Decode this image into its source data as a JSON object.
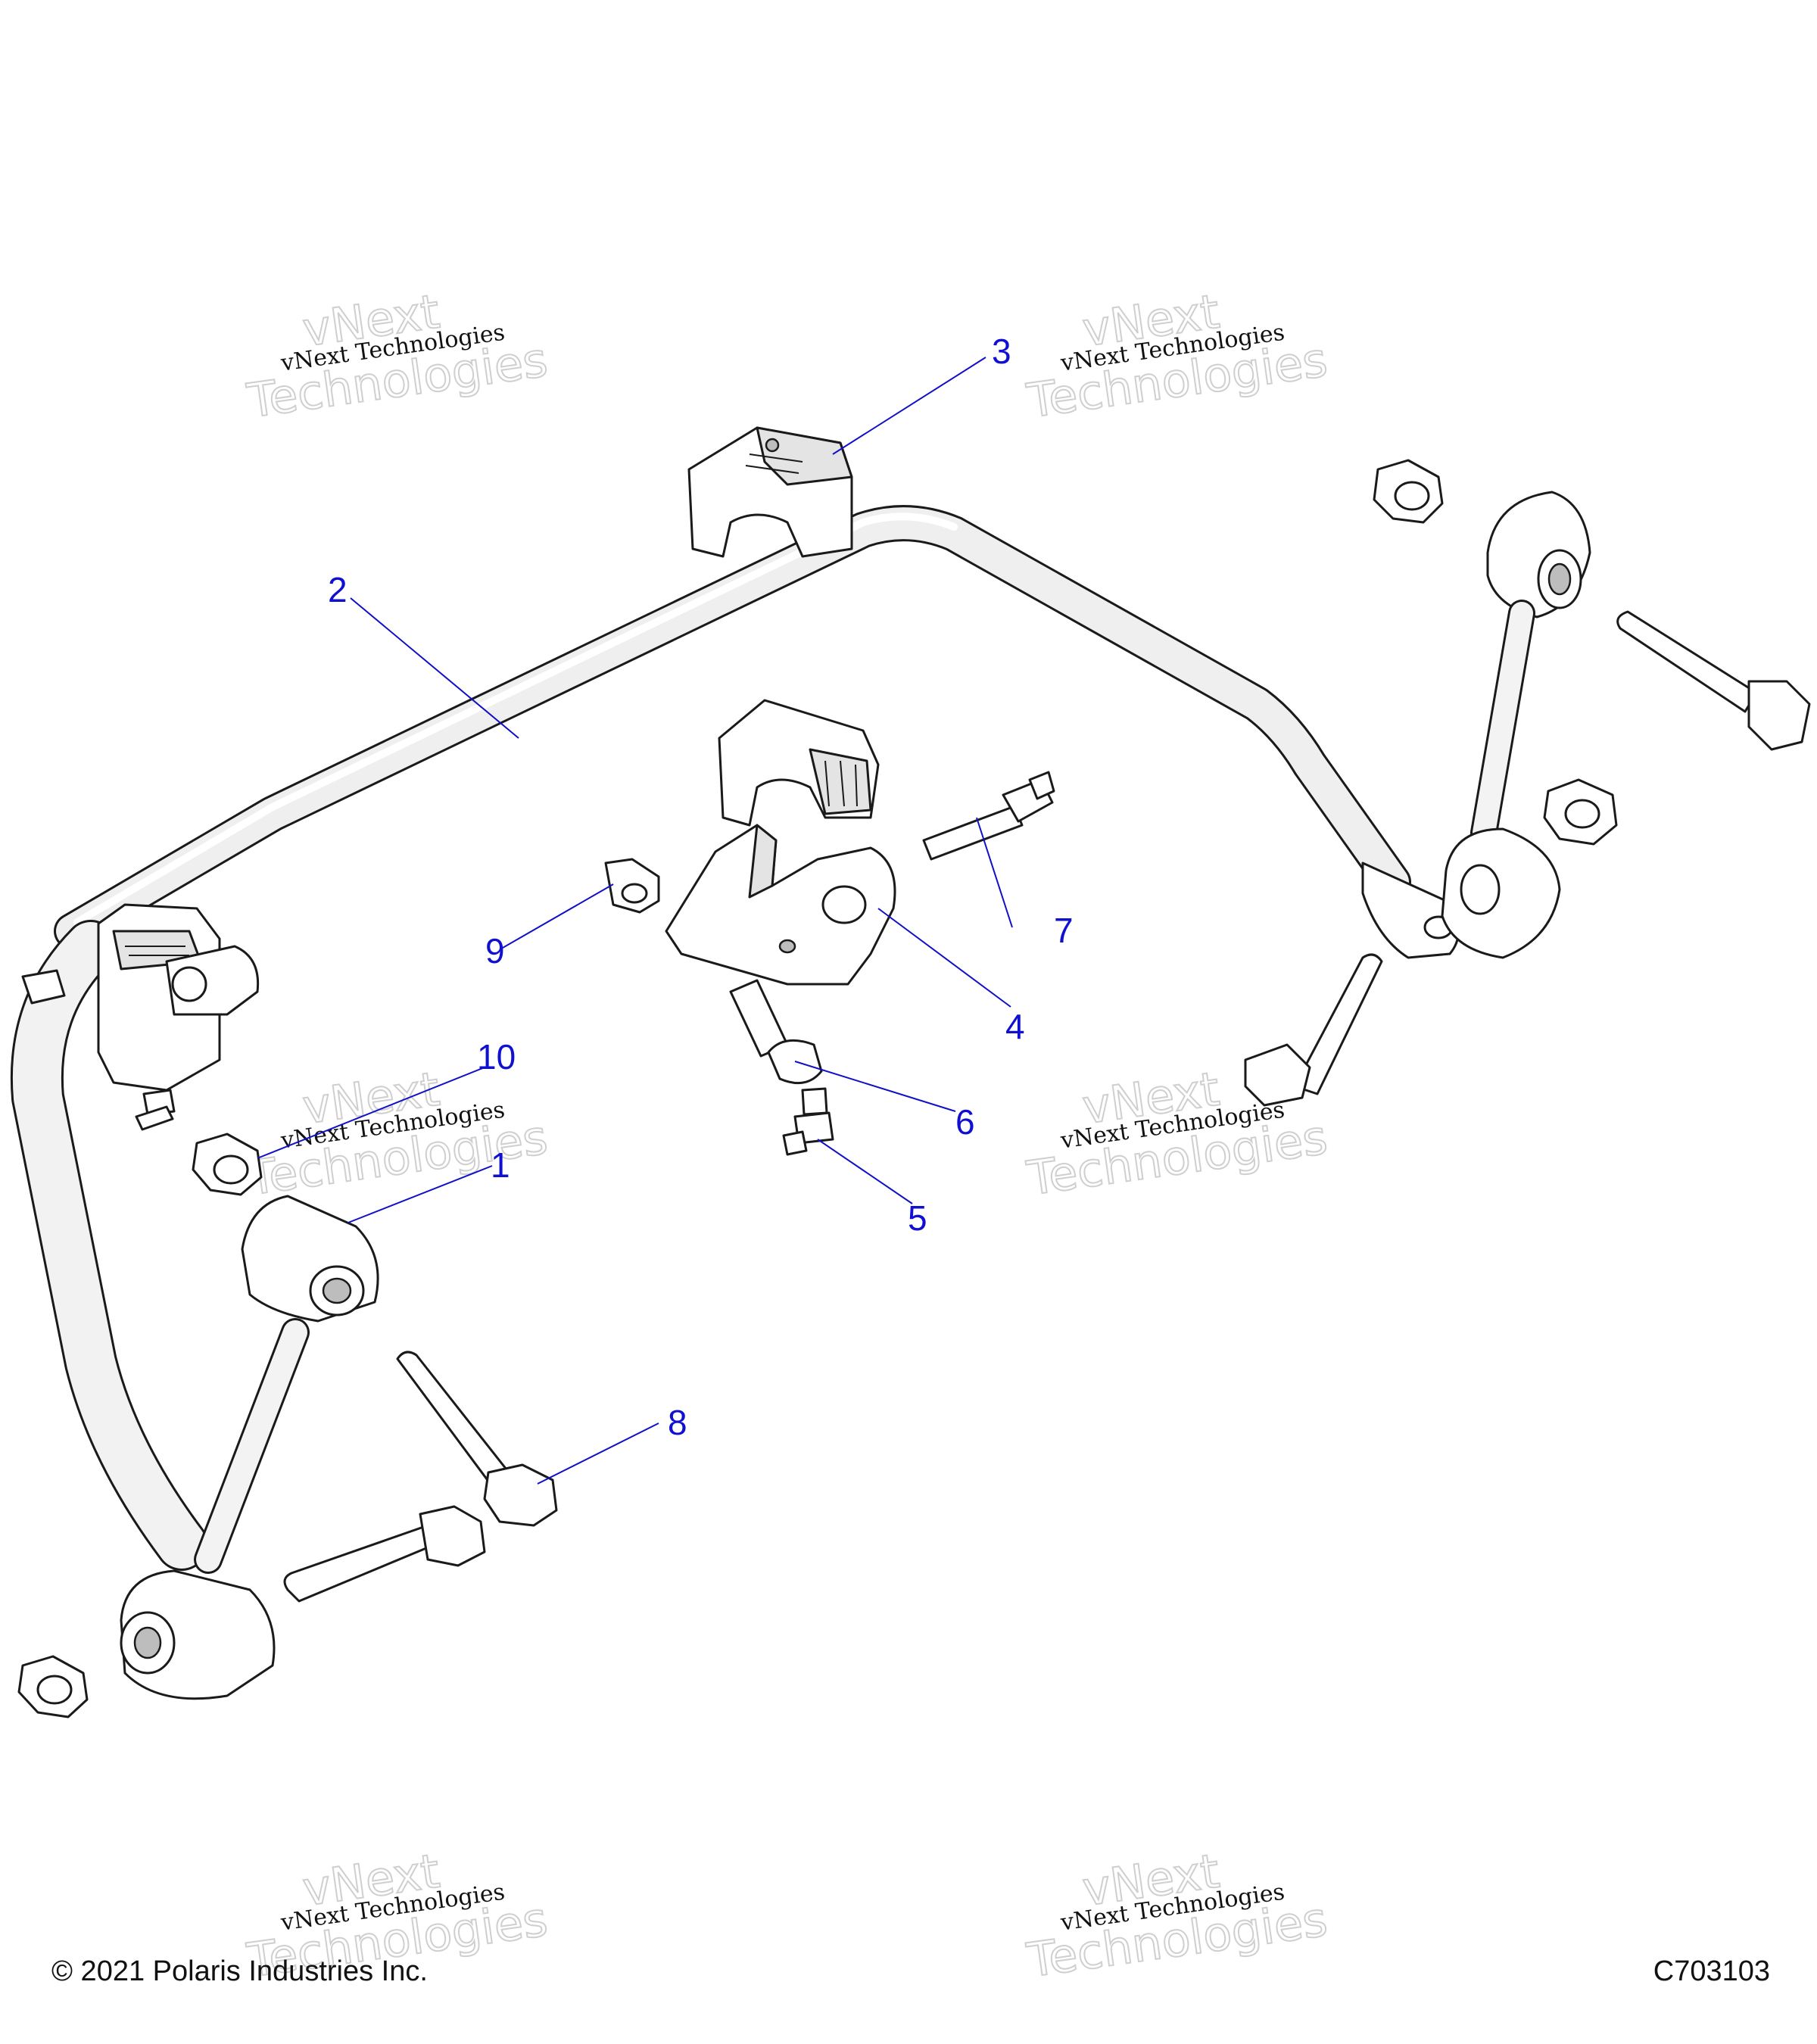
{
  "callouts": [
    {
      "num": "1"
    },
    {
      "num": "2"
    },
    {
      "num": "3"
    },
    {
      "num": "4"
    },
    {
      "num": "5"
    },
    {
      "num": "6"
    },
    {
      "num": "7"
    },
    {
      "num": "8"
    },
    {
      "num": "9"
    },
    {
      "num": "10"
    }
  ],
  "watermark": {
    "line": "vNext Technologies",
    "big_top": "vNext",
    "big_bottom": "Technologies"
  },
  "footer": {
    "copyright": "© 2021 Polaris Industries Inc.",
    "code": "C703103"
  },
  "colors": {
    "callout": "#1010d0",
    "leader": "#1010c8",
    "line_art": "#1a1a1a"
  }
}
